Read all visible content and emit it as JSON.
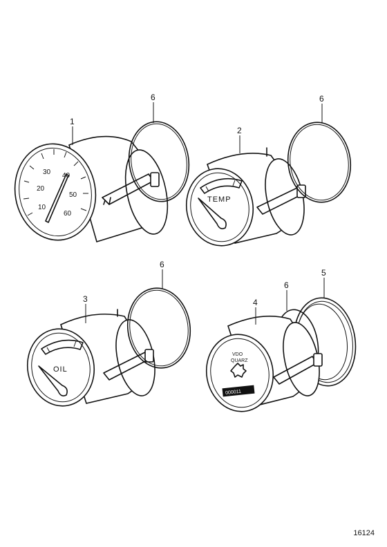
{
  "callouts": {
    "c1": "1",
    "c2": "2",
    "c3": "3",
    "c4": "4",
    "c5": "5",
    "c6a": "6",
    "c6b": "6",
    "c6c": "6",
    "c6d": "6"
  },
  "gauge_tacho": {
    "scale": [
      "10",
      "20",
      "30",
      "40",
      "50",
      "60"
    ]
  },
  "gauge_temp": {
    "label": "TEMP"
  },
  "gauge_oil": {
    "label": "OIL"
  },
  "gauge_clock": {
    "brand": "VDO",
    "sub": "QUARZ",
    "counter": "000011"
  },
  "figure_ref": "16124",
  "icons": [
    "tachometer-gauge",
    "temperature-gauge",
    "oil-pressure-gauge",
    "hour-counter-gauge",
    "o-ring",
    "bezel-ring"
  ]
}
